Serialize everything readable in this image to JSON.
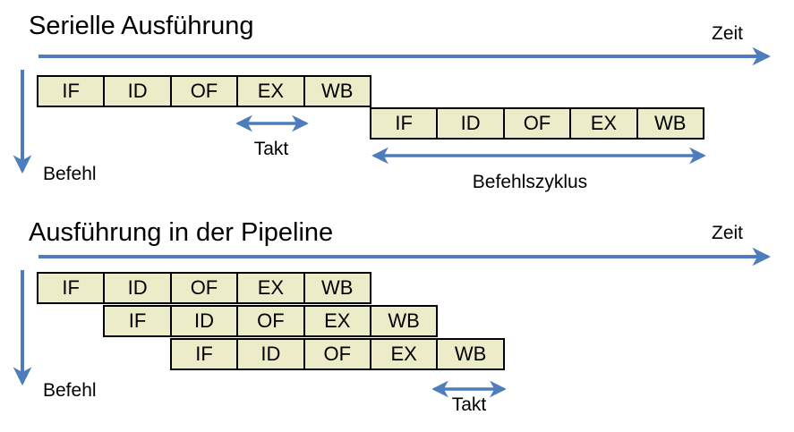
{
  "colors": {
    "arrow_blue": "#4E7DBE",
    "box_fill": "#ECECC9",
    "box_border": "#000000",
    "text": "#000000",
    "background": "#FFFFFF"
  },
  "sections": [
    {
      "title": "Serielle Ausführung",
      "time_axis_label": "Zeit",
      "instruction_axis_label": "Befehl",
      "clock_label": "Takt",
      "cycle_label": "Befehlszyklus",
      "rows": [
        {
          "cells": [
            "IF",
            "ID",
            "OF",
            "EX",
            "WB"
          ]
        },
        {
          "cells": [
            "IF",
            "ID",
            "OF",
            "EX",
            "WB"
          ]
        }
      ]
    },
    {
      "title": "Ausführung in der Pipeline",
      "time_axis_label": "Zeit",
      "instruction_axis_label": "Befehl",
      "clock_label": "Takt",
      "rows": [
        {
          "cells": [
            "IF",
            "ID",
            "OF",
            "EX",
            "WB"
          ]
        },
        {
          "cells": [
            "IF",
            "ID",
            "OF",
            "EX",
            "WB"
          ]
        },
        {
          "cells": [
            "IF",
            "ID",
            "OF",
            "EX",
            "WB"
          ]
        }
      ]
    }
  ]
}
